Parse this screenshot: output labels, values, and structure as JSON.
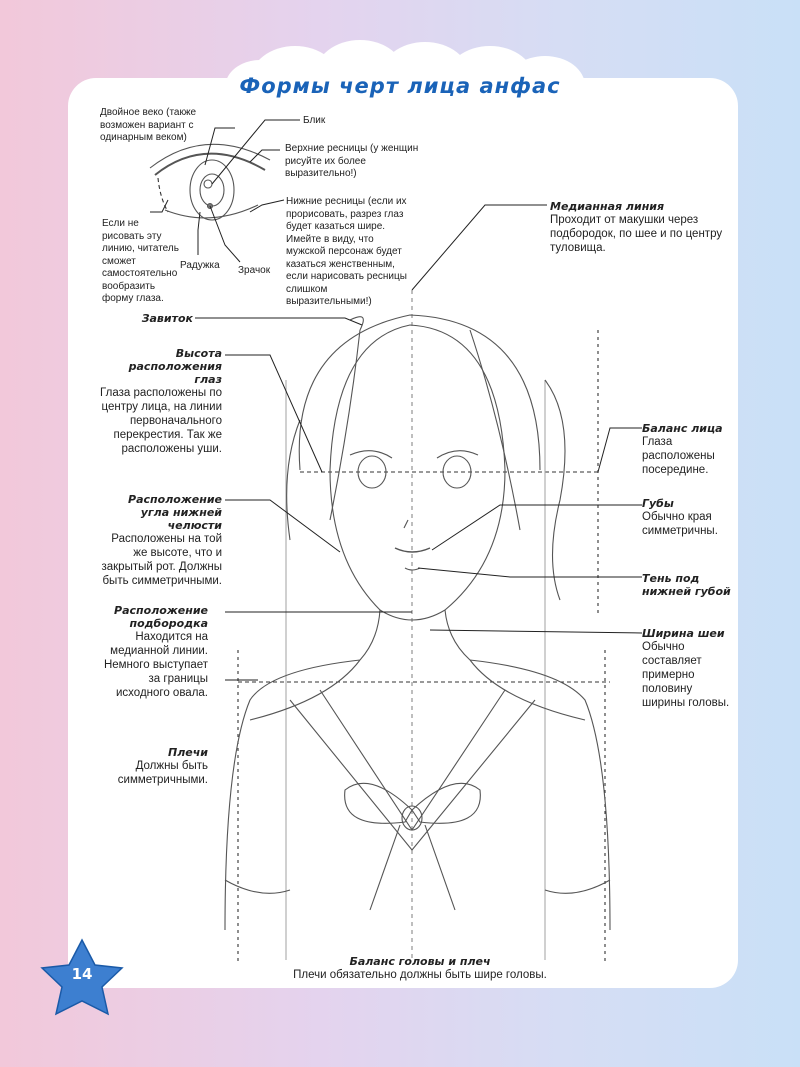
{
  "title": "Формы черт лица анфас",
  "page_number": "14",
  "colors": {
    "title": "#1a63b8",
    "star": "#3d7fd0",
    "bg_left": "#f2c8da",
    "bg_right": "#c9e0f7"
  },
  "eye": {
    "double_lid": "Двойное веко (также возможен вариант с одинарным веком)",
    "highlight": "Блик",
    "upper_lashes": "Верхние ресницы (у женщин рисуйте их более выразительно!)",
    "lower_lashes": "Нижние ресницы (если их прорисовать, разрез глаз будет казаться шире. Имейте в виду, что мужской персонаж будет казаться женственным, если нарисовать ресницы слишком выразительными!)",
    "no_line": "Если не рисовать эту линию, читатель сможет самостоятельно вообразить форму глаза.",
    "iris": "Радужка",
    "pupil": "Зрачок"
  },
  "labels": {
    "median": {
      "head": "Медианная линия",
      "text": "Проходит от макушки через подбородок, по шее и по центру туловища."
    },
    "curl": {
      "head": "Завиток"
    },
    "eye_height": {
      "head": "Высота расположения глаз",
      "text": "Глаза расположены по центру лица, на линии первоначального перекрестия. Так же расположены уши."
    },
    "face_balance": {
      "head": "Баланс лица",
      "text": "Глаза расположены посередине."
    },
    "jaw": {
      "head": "Расположение угла нижней челюсти",
      "text": "Расположены на той же высоте, что и закрытый рот. Должны быть симметричными."
    },
    "lips": {
      "head": "Губы",
      "text": "Обычно края симметричны."
    },
    "lip_shadow": {
      "head": "Тень под нижней губой"
    },
    "chin": {
      "head": "Расположение подбородка",
      "text": "Находится на медианной линии. Немного выступает за границы исходного овала."
    },
    "neck": {
      "head": "Ширина шеи",
      "text": "Обычно составляет примерно половину ширины головы."
    },
    "shoulders": {
      "head": "Плечи",
      "text": "Должны быть симметричными."
    },
    "head_shoulder": {
      "head": "Баланс головы и плеч",
      "text": "Плечи обязательно должны быть шире головы."
    }
  }
}
